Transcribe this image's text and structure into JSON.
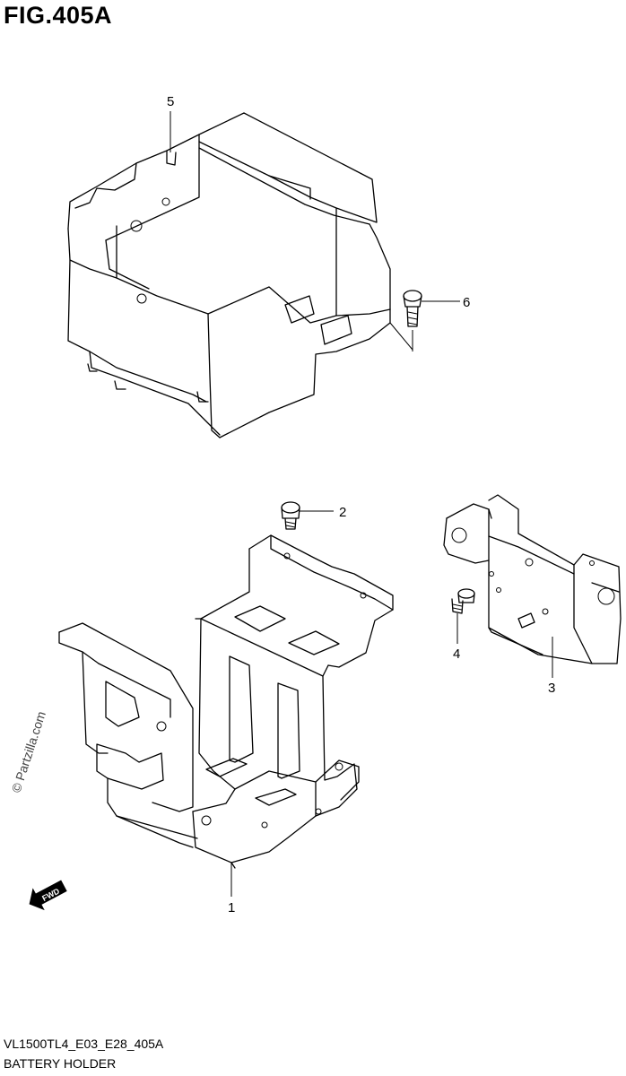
{
  "figure": {
    "title": "FIG.405A",
    "code": "VL1500TL4_E03_E28_405A",
    "caption": "BATTERY HOLDER"
  },
  "callouts": [
    {
      "id": "1",
      "label": "1",
      "part": "battery-holder-bracket"
    },
    {
      "id": "2",
      "label": "2",
      "part": "bolt"
    },
    {
      "id": "3",
      "label": "3",
      "part": "side-bracket"
    },
    {
      "id": "4",
      "label": "4",
      "part": "bolt"
    },
    {
      "id": "5",
      "label": "5",
      "part": "battery-case"
    },
    {
      "id": "6",
      "label": "6",
      "part": "bolt"
    }
  ],
  "watermark": "© Partzilla.com",
  "direction_badge": "FWD"
}
